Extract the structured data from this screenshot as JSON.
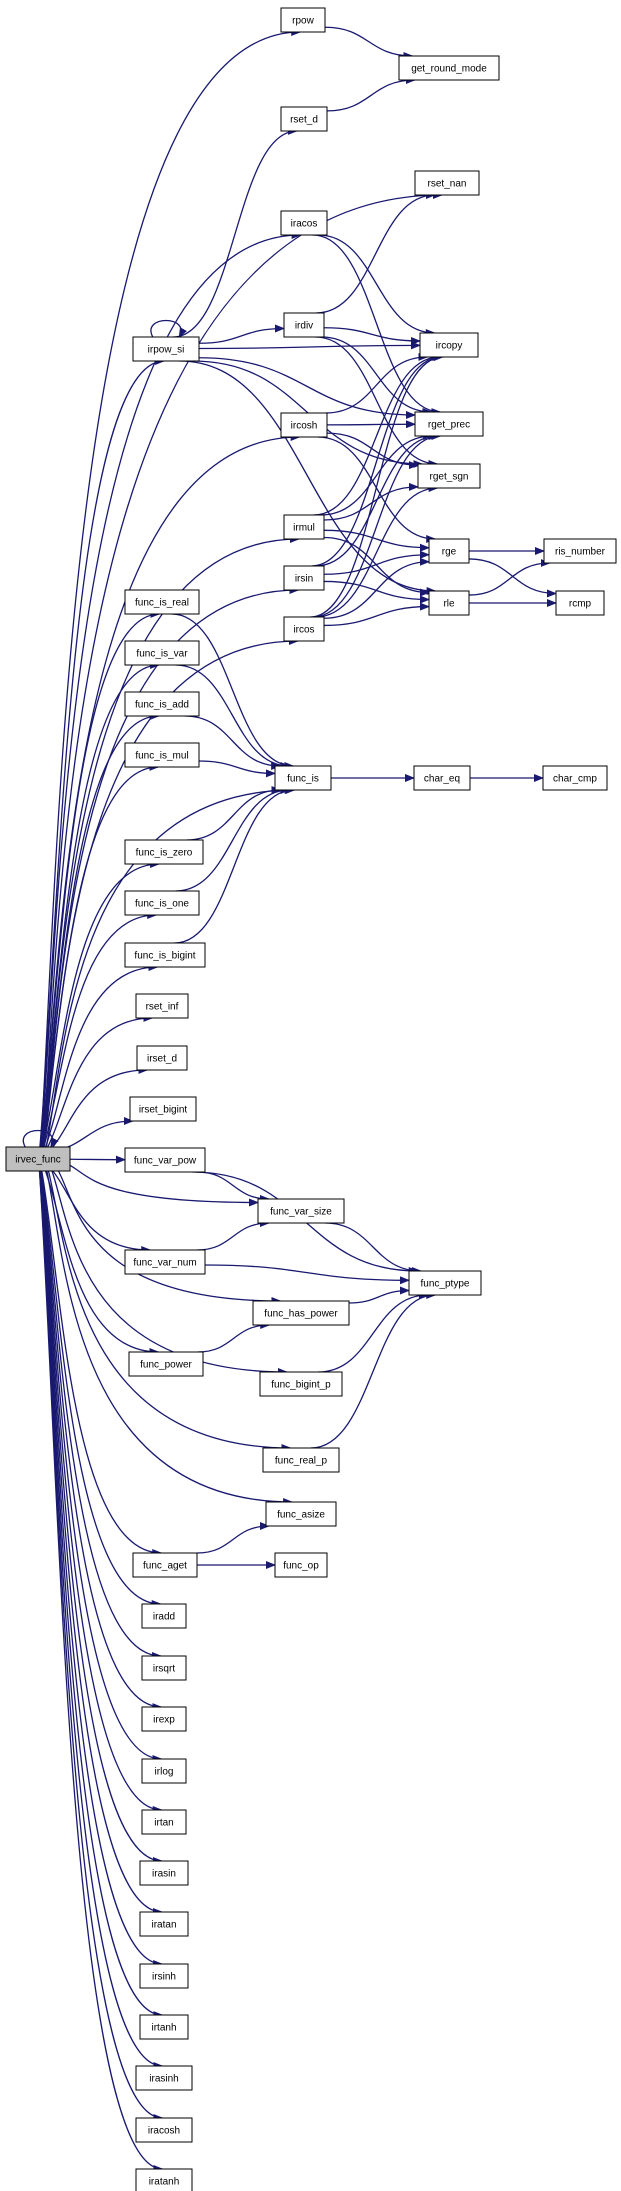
{
  "graph": {
    "edge_color": "#191970",
    "root_fill": "#bfbfbf",
    "node_fill": "#ffffff",
    "nodes": [
      {
        "id": "irvec_func",
        "label": "irvec_func",
        "root": true
      },
      {
        "id": "rpow",
        "label": "rpow"
      },
      {
        "id": "get_round_mode",
        "label": "get_round_mode"
      },
      {
        "id": "rset_d",
        "label": "rset_d"
      },
      {
        "id": "rset_nan",
        "label": "rset_nan"
      },
      {
        "id": "iracos",
        "label": "iracos"
      },
      {
        "id": "irdiv",
        "label": "irdiv"
      },
      {
        "id": "irpow_si",
        "label": "irpow_si"
      },
      {
        "id": "ircopy",
        "label": "ircopy"
      },
      {
        "id": "ircosh",
        "label": "ircosh"
      },
      {
        "id": "rget_prec",
        "label": "rget_prec"
      },
      {
        "id": "rget_sgn",
        "label": "rget_sgn"
      },
      {
        "id": "irmul",
        "label": "irmul"
      },
      {
        "id": "irsin",
        "label": "irsin"
      },
      {
        "id": "rge",
        "label": "rge"
      },
      {
        "id": "ris_number",
        "label": "ris_number"
      },
      {
        "id": "ircos",
        "label": "ircos"
      },
      {
        "id": "rle",
        "label": "rle"
      },
      {
        "id": "rcmp",
        "label": "rcmp"
      },
      {
        "id": "func_is_real",
        "label": "func_is_real"
      },
      {
        "id": "func_is_var",
        "label": "func_is_var"
      },
      {
        "id": "func_is_add",
        "label": "func_is_add"
      },
      {
        "id": "func_is_mul",
        "label": "func_is_mul"
      },
      {
        "id": "func_is",
        "label": "func_is"
      },
      {
        "id": "char_eq",
        "label": "char_eq"
      },
      {
        "id": "char_cmp",
        "label": "char_cmp"
      },
      {
        "id": "func_is_zero",
        "label": "func_is_zero"
      },
      {
        "id": "func_is_one",
        "label": "func_is_one"
      },
      {
        "id": "func_is_bigint",
        "label": "func_is_bigint"
      },
      {
        "id": "rset_inf",
        "label": "rset_inf"
      },
      {
        "id": "irset_d",
        "label": "irset_d"
      },
      {
        "id": "irset_bigint",
        "label": "irset_bigint"
      },
      {
        "id": "func_var_pow",
        "label": "func_var_pow"
      },
      {
        "id": "func_var_size",
        "label": "func_var_size"
      },
      {
        "id": "func_var_num",
        "label": "func_var_num"
      },
      {
        "id": "func_ptype",
        "label": "func_ptype"
      },
      {
        "id": "func_has_power",
        "label": "func_has_power"
      },
      {
        "id": "func_power",
        "label": "func_power"
      },
      {
        "id": "func_bigint_p",
        "label": "func_bigint_p"
      },
      {
        "id": "func_real_p",
        "label": "func_real_p"
      },
      {
        "id": "func_asize",
        "label": "func_asize"
      },
      {
        "id": "func_aget",
        "label": "func_aget"
      },
      {
        "id": "func_op",
        "label": "func_op"
      },
      {
        "id": "iradd",
        "label": "iradd"
      },
      {
        "id": "irsqrt",
        "label": "irsqrt"
      },
      {
        "id": "irexp",
        "label": "irexp"
      },
      {
        "id": "irlog",
        "label": "irlog"
      },
      {
        "id": "irtan",
        "label": "irtan"
      },
      {
        "id": "irasin",
        "label": "irasin"
      },
      {
        "id": "iratan",
        "label": "iratan"
      },
      {
        "id": "irsinh",
        "label": "irsinh"
      },
      {
        "id": "irtanh",
        "label": "irtanh"
      },
      {
        "id": "irasinh",
        "label": "irasinh"
      },
      {
        "id": "iracosh",
        "label": "iracosh"
      },
      {
        "id": "iratanh",
        "label": "iratanh"
      }
    ],
    "edges": [
      [
        "irvec_func",
        "irvec_func"
      ],
      [
        "irvec_func",
        "rpow"
      ],
      [
        "irvec_func",
        "rset_nan"
      ],
      [
        "irvec_func",
        "iracos"
      ],
      [
        "irvec_func",
        "irpow_si"
      ],
      [
        "irvec_func",
        "ircosh"
      ],
      [
        "irvec_func",
        "irmul"
      ],
      [
        "irvec_func",
        "irsin"
      ],
      [
        "irvec_func",
        "ircos"
      ],
      [
        "irvec_func",
        "func_is_real"
      ],
      [
        "irvec_func",
        "func_is_var"
      ],
      [
        "irvec_func",
        "func_is_add"
      ],
      [
        "irvec_func",
        "func_is_mul"
      ],
      [
        "irvec_func",
        "func_is"
      ],
      [
        "irvec_func",
        "func_is_zero"
      ],
      [
        "irvec_func",
        "func_is_one"
      ],
      [
        "irvec_func",
        "func_is_bigint"
      ],
      [
        "irvec_func",
        "rset_inf"
      ],
      [
        "irvec_func",
        "irset_d"
      ],
      [
        "irvec_func",
        "irset_bigint"
      ],
      [
        "irvec_func",
        "func_var_pow"
      ],
      [
        "irvec_func",
        "func_var_size"
      ],
      [
        "irvec_func",
        "func_var_num"
      ],
      [
        "irvec_func",
        "func_has_power"
      ],
      [
        "irvec_func",
        "func_power"
      ],
      [
        "irvec_func",
        "func_bigint_p"
      ],
      [
        "irvec_func",
        "func_real_p"
      ],
      [
        "irvec_func",
        "func_asize"
      ],
      [
        "irvec_func",
        "func_aget"
      ],
      [
        "irvec_func",
        "iradd"
      ],
      [
        "irvec_func",
        "irsqrt"
      ],
      [
        "irvec_func",
        "irexp"
      ],
      [
        "irvec_func",
        "irlog"
      ],
      [
        "irvec_func",
        "irtan"
      ],
      [
        "irvec_func",
        "irasin"
      ],
      [
        "irvec_func",
        "iratan"
      ],
      [
        "irvec_func",
        "irsinh"
      ],
      [
        "irvec_func",
        "irtanh"
      ],
      [
        "irvec_func",
        "irasinh"
      ],
      [
        "irvec_func",
        "iracosh"
      ],
      [
        "irvec_func",
        "iratanh"
      ],
      [
        "rpow",
        "get_round_mode"
      ],
      [
        "rset_d",
        "get_round_mode"
      ],
      [
        "iracos",
        "ircopy"
      ],
      [
        "iracos",
        "rget_prec"
      ],
      [
        "irdiv",
        "rset_nan"
      ],
      [
        "irdiv",
        "ircopy"
      ],
      [
        "irdiv",
        "rget_prec"
      ],
      [
        "irdiv",
        "rget_sgn"
      ],
      [
        "irpow_si",
        "irpow_si"
      ],
      [
        "irpow_si",
        "rset_d"
      ],
      [
        "irpow_si",
        "irdiv"
      ],
      [
        "irpow_si",
        "ircopy"
      ],
      [
        "irpow_si",
        "rget_prec"
      ],
      [
        "irpow_si",
        "rget_sgn"
      ],
      [
        "irpow_si",
        "rle"
      ],
      [
        "ircosh",
        "ircopy"
      ],
      [
        "ircosh",
        "rget_prec"
      ],
      [
        "ircosh",
        "rget_sgn"
      ],
      [
        "ircosh",
        "rge"
      ],
      [
        "irmul",
        "ircopy"
      ],
      [
        "irmul",
        "rget_prec"
      ],
      [
        "irmul",
        "rget_sgn"
      ],
      [
        "irmul",
        "rge"
      ],
      [
        "irmul",
        "rle"
      ],
      [
        "irsin",
        "ircopy"
      ],
      [
        "irsin",
        "rget_prec"
      ],
      [
        "irsin",
        "rge"
      ],
      [
        "irsin",
        "rle"
      ],
      [
        "ircos",
        "ircopy"
      ],
      [
        "ircos",
        "rget_prec"
      ],
      [
        "ircos",
        "rget_sgn"
      ],
      [
        "ircos",
        "rge"
      ],
      [
        "ircos",
        "rle"
      ],
      [
        "rge",
        "ris_number"
      ],
      [
        "rge",
        "rcmp"
      ],
      [
        "rle",
        "ris_number"
      ],
      [
        "rle",
        "rcmp"
      ],
      [
        "func_is_real",
        "func_is"
      ],
      [
        "func_is_var",
        "func_is"
      ],
      [
        "func_is_add",
        "func_is"
      ],
      [
        "func_is_mul",
        "func_is"
      ],
      [
        "func_is_zero",
        "func_is"
      ],
      [
        "func_is_one",
        "func_is"
      ],
      [
        "func_is_bigint",
        "func_is"
      ],
      [
        "func_is",
        "char_eq"
      ],
      [
        "char_eq",
        "char_cmp"
      ],
      [
        "func_var_pow",
        "func_var_size"
      ],
      [
        "func_var_pow",
        "func_ptype"
      ],
      [
        "func_var_size",
        "func_ptype"
      ],
      [
        "func_var_num",
        "func_var_size"
      ],
      [
        "func_var_num",
        "func_ptype"
      ],
      [
        "func_has_power",
        "func_ptype"
      ],
      [
        "func_power",
        "func_has_power"
      ],
      [
        "func_bigint_p",
        "func_ptype"
      ],
      [
        "func_real_p",
        "func_ptype"
      ],
      [
        "func_aget",
        "func_asize"
      ],
      [
        "func_aget",
        "func_op"
      ]
    ]
  }
}
